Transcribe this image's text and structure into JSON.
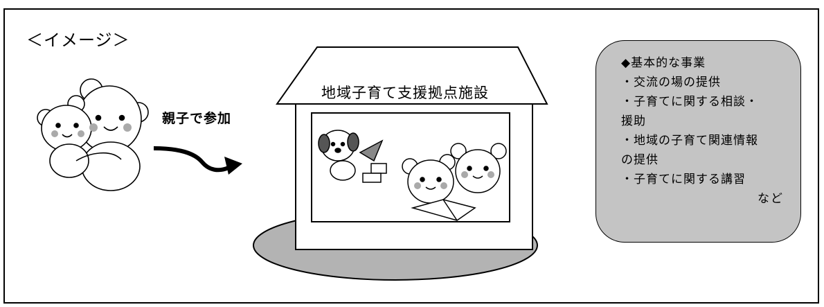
{
  "heading": "＜イメージ＞",
  "facility_name": "地域子育て支援拠点施設",
  "flow_label": "親子で参加",
  "info_box": {
    "title": "◆基本的な事業",
    "items": [
      [
        "・交流の場の提供"
      ],
      [
        "・子育てに関する相談・",
        "援助"
      ],
      [
        "・地域の子育て関連情報",
        "の提供"
      ],
      [
        "・子育てに関する講習"
      ]
    ],
    "suffix": "など"
  },
  "colors": {
    "box_fill": "#c4c4c4",
    "ellipse_fill": "#b3b3b3",
    "line": "#000000"
  }
}
